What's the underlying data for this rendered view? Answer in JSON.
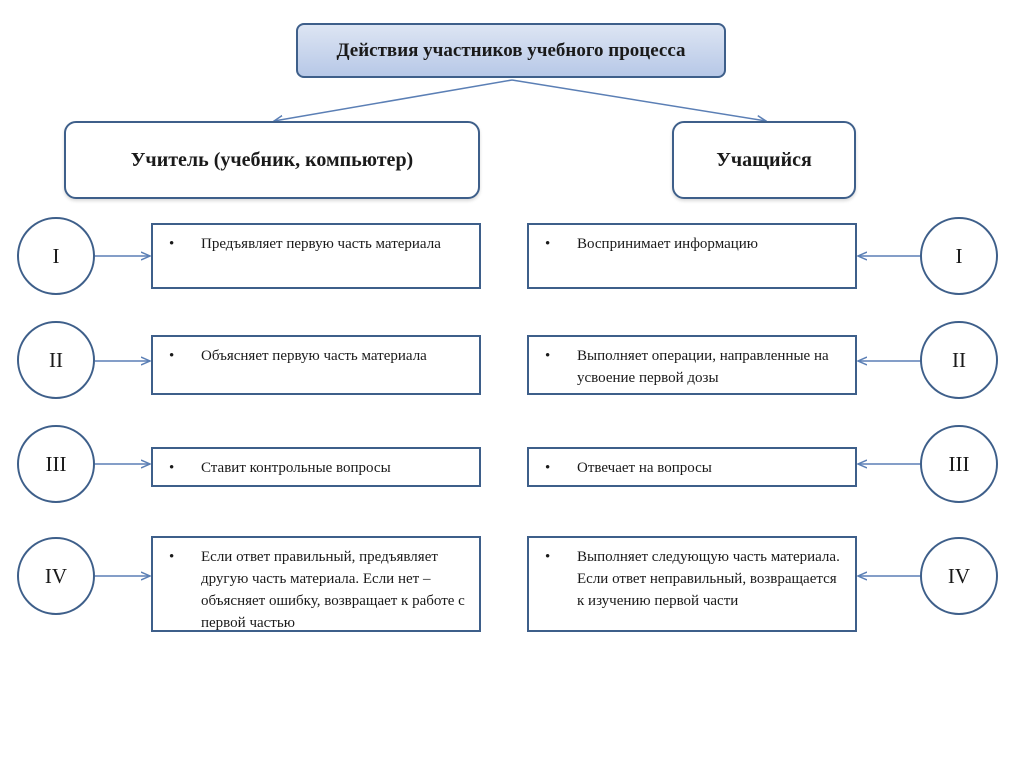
{
  "title": "Действия участников учебного процесса",
  "roles": {
    "teacher": "Учитель (учебник, компьютер)",
    "student": "Учащийся"
  },
  "bullet_symbol": "•",
  "steps": [
    {
      "numeral": "I",
      "teacher": "Предъявляет первую часть материала",
      "student": "Воспринимает информацию"
    },
    {
      "numeral": "II",
      "teacher": "Объясняет первую часть материала",
      "student": "Выполняет операции, направленные на усвоение первой дозы"
    },
    {
      "numeral": "III",
      "teacher": "Ставит контрольные вопросы",
      "student": "Отвечает на вопросы"
    },
    {
      "numeral": "IV",
      "teacher": "Если ответ правильный, предъявляет другую часть материала. Если нет – объясняет ошибку, возвращает к работе с первой частью",
      "student": "Выполняет следующую часть материала. Если ответ неправильный, возвращается к изучению первой части"
    }
  ],
  "colors": {
    "border": "#3e5f8a",
    "arrow": "#5b7fb5",
    "title_fill_top": "#dde5f3",
    "title_fill_bottom": "#b7c8e7"
  }
}
